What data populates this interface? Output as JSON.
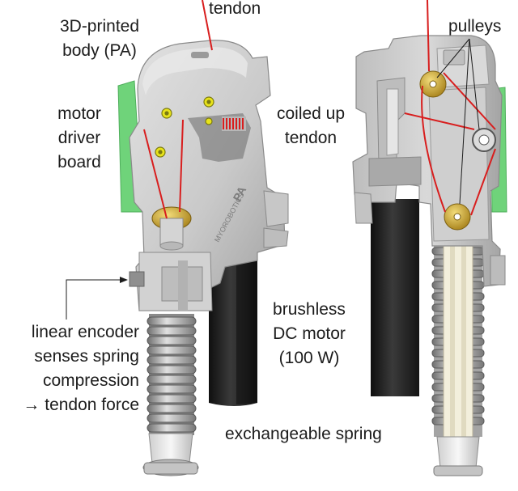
{
  "figure": {
    "labels": {
      "tendon": "tendon",
      "body_line1": "3D-printed",
      "body_line2": "body (PA)",
      "pulleys": "pulleys",
      "driver_line1": "motor",
      "driver_line2": "driver",
      "driver_line3": "board",
      "coiled_line1": "coiled up",
      "coiled_line2": "tendon",
      "motor_line1": "brushless",
      "motor_line2": "DC motor",
      "motor_line3": "(100 W)",
      "encoder_line1": "linear encoder",
      "encoder_line2": "senses spring",
      "encoder_line3": "compression",
      "encoder_line4": "→ tendon force",
      "spring": "exchangeable spring",
      "logo_text": "MYOROBOTICS",
      "body_mark": "PA"
    },
    "colors": {
      "tendon": "#d81e1e",
      "body": "#cdcdcd",
      "body_shade": "#a9a9a9",
      "motor": "#1f1f1f",
      "board": "#6fd37a",
      "pulley": "#c9a328",
      "screw": "#e8e31b",
      "spring": "#9a9a9a",
      "label": "#1c1c1c"
    }
  }
}
